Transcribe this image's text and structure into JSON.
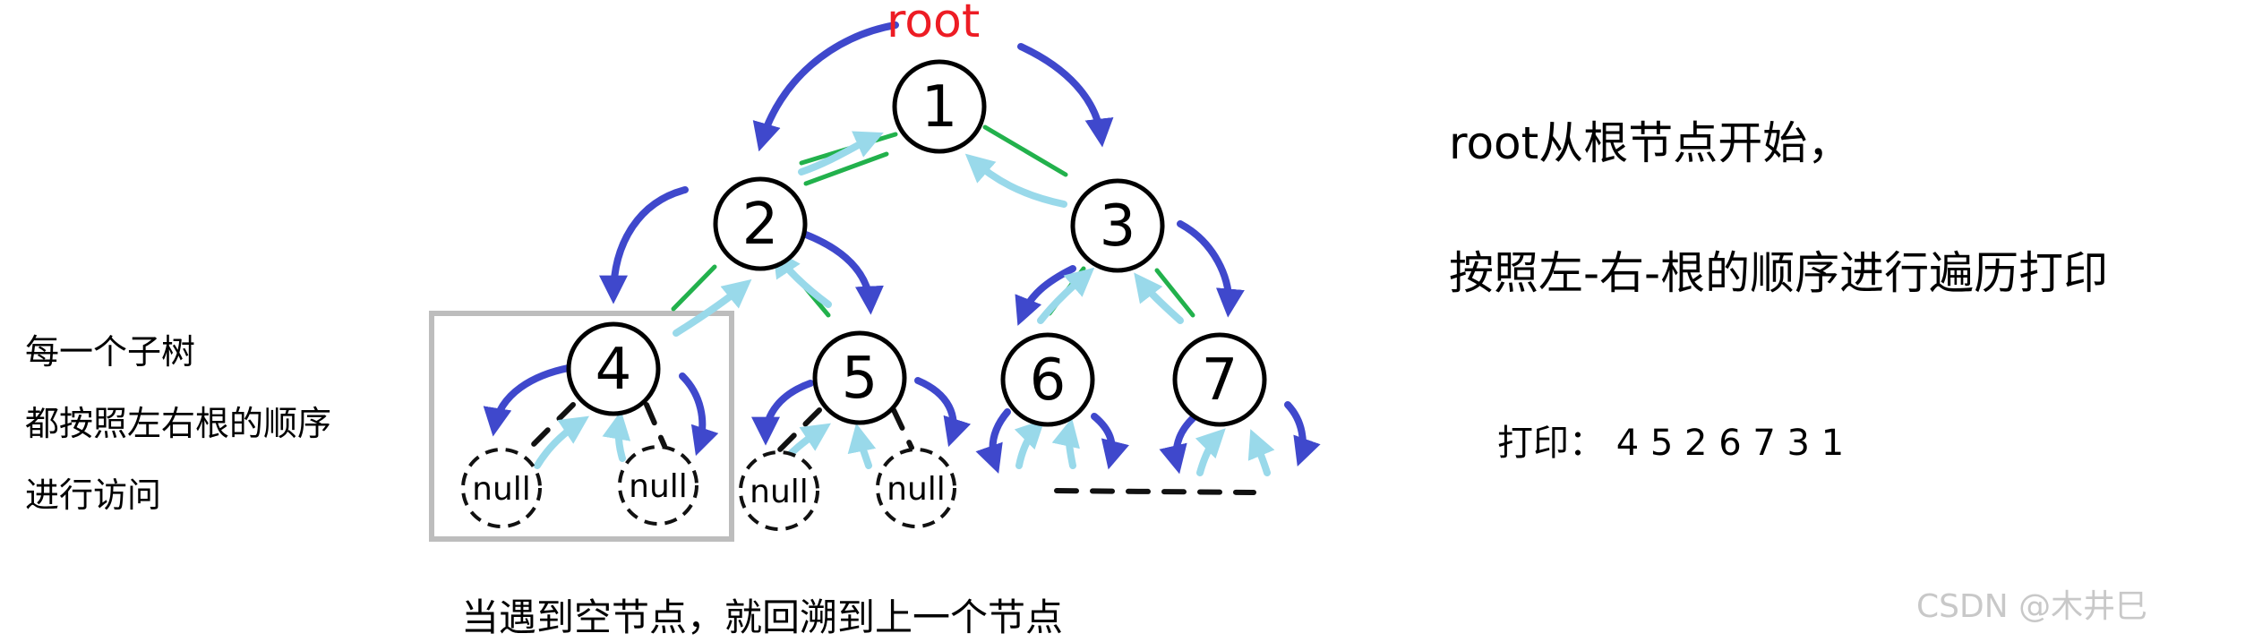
{
  "root_label": "root",
  "tree": {
    "nodes": [
      "1",
      "2",
      "3",
      "4",
      "5",
      "6",
      "7"
    ],
    "null_label": "null"
  },
  "notes": {
    "line1": "root从根节点开始，",
    "line2": "按照左-右-根的顺序进行遍历打印",
    "print_line": "打印： 4 5 2 6 7 3 1"
  },
  "side_note": {
    "line1": "每一个子树",
    "line2": "都按照左右根的顺序",
    "line3": "进行访问"
  },
  "bottom_note": "当遇到空节点，就回溯到上一个节点",
  "watermark": "CSDN @木井巳",
  "colors": {
    "traverse_arrow": "#3f48cc",
    "backtrack_arrow": "#99d9ea",
    "tree_edge": "#22b14c",
    "root_text": "#ed1c24",
    "subtree_box": "#bdbdbd"
  }
}
